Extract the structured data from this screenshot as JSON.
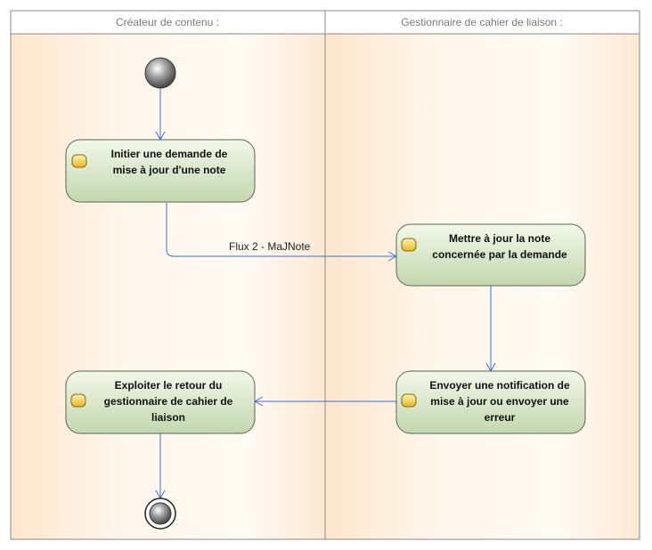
{
  "lanes": [
    {
      "title": "Créateur de contenu :"
    },
    {
      "title": "Gestionnaire de cahier de liaison :"
    }
  ],
  "activities": {
    "initiate": {
      "lines": [
        "Initier une demande de",
        "mise à jour d'une note"
      ]
    },
    "update": {
      "lines": [
        "Mettre à jour la note",
        "concernée par la demande"
      ]
    },
    "notify": {
      "lines": [
        "Envoyer une notification de",
        "mise à jour ou envoyer une",
        "erreur"
      ]
    },
    "exploit": {
      "lines": [
        "Exploiter le retour du",
        "gestionnaire de cahier de",
        "liaison"
      ]
    }
  },
  "flows": {
    "flux2_label": "Flux 2 - MaJNote"
  },
  "colors": {
    "lane_fill_light": "#fffaf3",
    "lane_fill_dark": "#fde6cc",
    "activity_fill_top": "#eef5e4",
    "activity_fill_bottom": "#c6d9b2",
    "activity_stroke": "#5a6650",
    "edge": "#3a6fd8",
    "node_gray": "#808080",
    "icon_fill": "#f5d24a"
  },
  "icons": {
    "activity": "action-icon",
    "start": "initial-node-icon",
    "end": "final-node-icon"
  }
}
